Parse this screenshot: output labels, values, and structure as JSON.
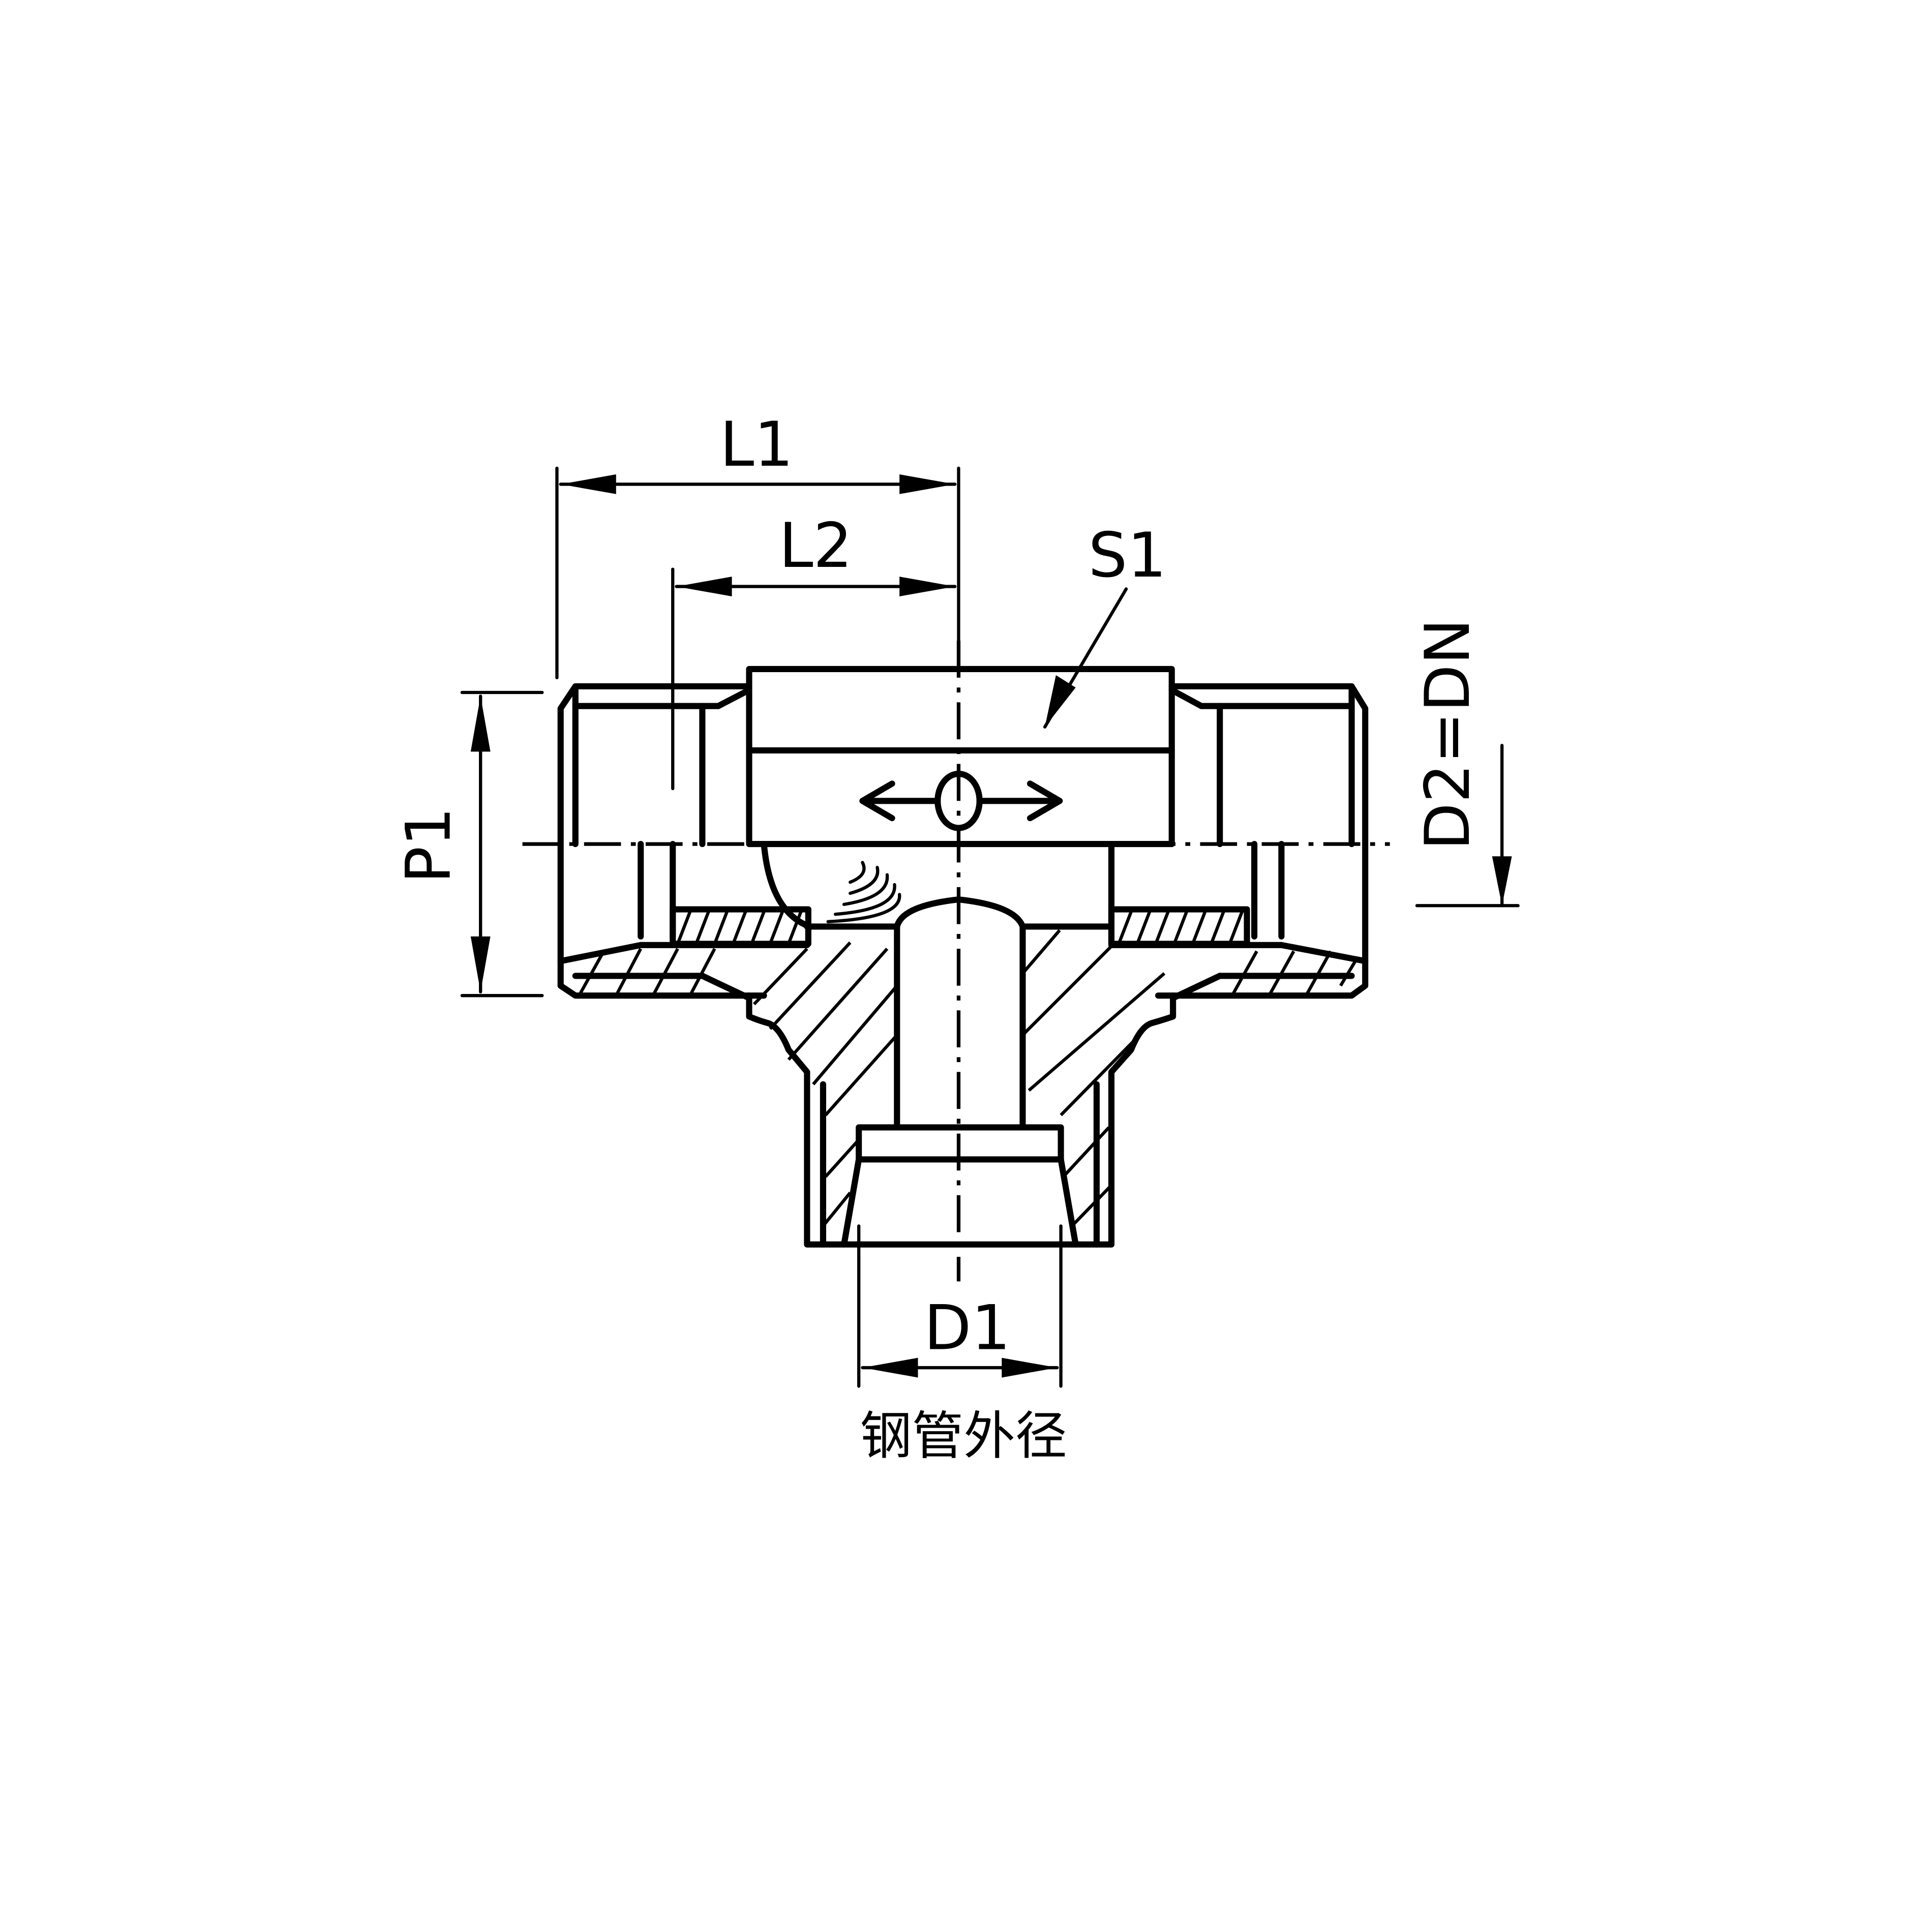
{
  "drawing": {
    "title": "Tee fitting dimension drawing",
    "labels": {
      "l1": "L1",
      "l2": "L2",
      "s1": "S1",
      "p1": "P1",
      "d2": "D2=DN",
      "d1": "D1",
      "d1_note": "钢管外径"
    },
    "colors": {
      "line": "#000000",
      "background": "#ffffff"
    }
  }
}
